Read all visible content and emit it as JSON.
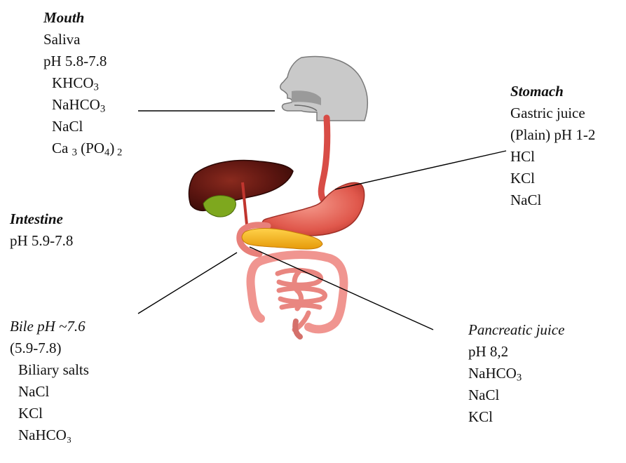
{
  "mouth": {
    "title": "Mouth",
    "fluid": "Saliva",
    "ph": "pH 5.8-7.8",
    "c1_base": "KHCO",
    "c1_sub": "3",
    "c2_base": "NaHCO",
    "c2_sub": "3",
    "c3": "NaCl",
    "c4_a": "Ca ",
    "c4_sub1": "3",
    "c4_b": " (PO",
    "c4_sub2": "4",
    "c4_c": ")",
    "c4_sub3": " 2"
  },
  "stomach": {
    "title": "Stomach",
    "fluid": "Gastric juice",
    "ph": "(Plain) pH 1-2",
    "c1": "HCl",
    "c2": "KCl",
    "c3": "NaCl"
  },
  "intestine": {
    "title": "Intestine",
    "ph": "pH 5.9-7.8"
  },
  "bile": {
    "title": "Bile pH ~7.6",
    "range": "(5.9-7.8)",
    "c1": "Biliary salts",
    "c2": "NaCl",
    "c3": "KCl",
    "c4": "NaHCO₃"
  },
  "pancreas": {
    "title": "Pancreatic juice",
    "ph": "pH 8,2",
    "c1_base": "NaHCO",
    "c1_sub": "3",
    "c2": "NaCl",
    "c3": "KCl"
  },
  "colors": {
    "head": "#c8c8c8",
    "liver": "#6a1a14",
    "gallbladder": "#7aa51e",
    "esophagus": "#e0504a",
    "stomach": "#e86a5e",
    "pancreas": "#f2b21c",
    "intestine": "#f08e8a",
    "leader": "#000000"
  }
}
